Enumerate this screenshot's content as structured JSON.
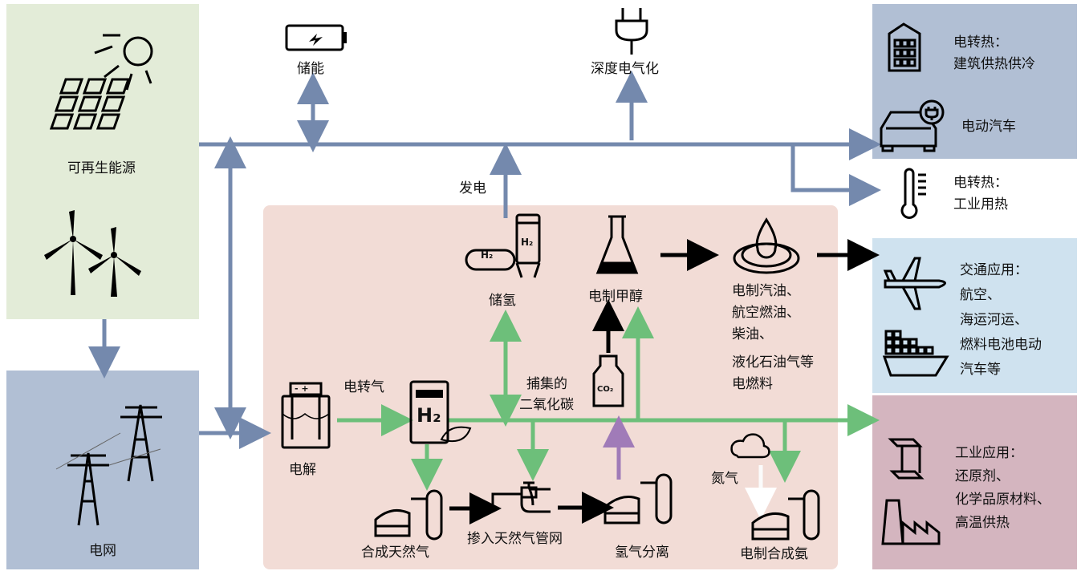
{
  "sources": {
    "renewable": "可再生能源",
    "grid": "电网"
  },
  "top": {
    "storage": "储能",
    "deep_electrification": "深度电气化",
    "power_generation": "发电"
  },
  "end_use": {
    "heat_building": [
      "电转热：",
      "建筑供热供冷"
    ],
    "ev": "电动汽车",
    "heat_industry": [
      "电转热：",
      "工业用热"
    ],
    "transport": [
      "交通应用：",
      "航空、",
      "海运河运、",
      "燃料电池电动",
      "汽车等"
    ],
    "industry": [
      "工业应用：",
      "还原剂、",
      "化学品原材料、",
      "高温供热"
    ]
  },
  "ptx": {
    "power_to_gas": "电转气",
    "electrolysis": "电解",
    "h2_storage": "储氢",
    "e_methanol": "电制甲醇",
    "captured_co2": [
      "捕集的",
      "二氧化碳"
    ],
    "e_fuels": [
      "电制汽油、",
      "航空燃油、",
      "柴油、",
      "液化石油气等",
      "电燃料"
    ],
    "synthetic_gas": "合成天然气",
    "gas_blending": "掺入天然气管网",
    "h2_separation": "氢气分离",
    "nitrogen": "氮气",
    "e_ammonia": "电制合成氨"
  },
  "icon_labels": {
    "h2": "H₂",
    "co2": "CO₂",
    "battery_terminals": "- +"
  },
  "colors": {
    "green_panel": "#e3ecd8",
    "blue_panel": "#b1bfd4",
    "pink_panel": "#f2dcd6",
    "light_blue_panel": "#cfe2ef",
    "mauve_panel": "#d4b5bf",
    "blue_arrow": "#7489ad",
    "green_arrow": "#6dbf7a",
    "purple_arrow": "#a07bb8",
    "black_arrow": "#000000"
  }
}
